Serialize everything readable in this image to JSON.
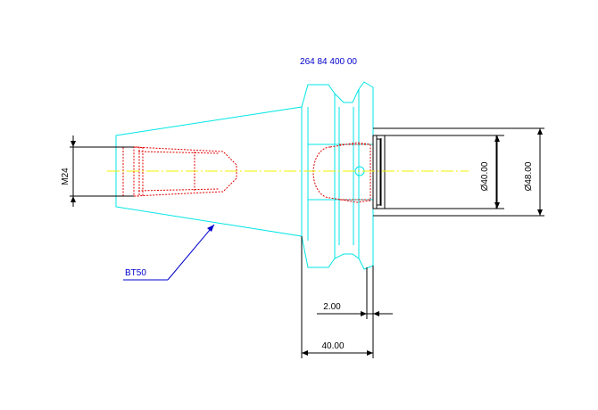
{
  "part_number": "264 84 400 00",
  "taper_label": "BT50",
  "thread_label": "M24",
  "dimensions": {
    "diameter_small": "Ø40.00",
    "diameter_large": "Ø48.00",
    "flange_gap": "2.00",
    "overall_length": "40.00"
  },
  "colors": {
    "body": "#00e5e5",
    "hidden": "#e00000",
    "centerline": "#f0f000",
    "dimension": "#000000",
    "annotation": "#0000cc",
    "leader": "#0000cc"
  }
}
